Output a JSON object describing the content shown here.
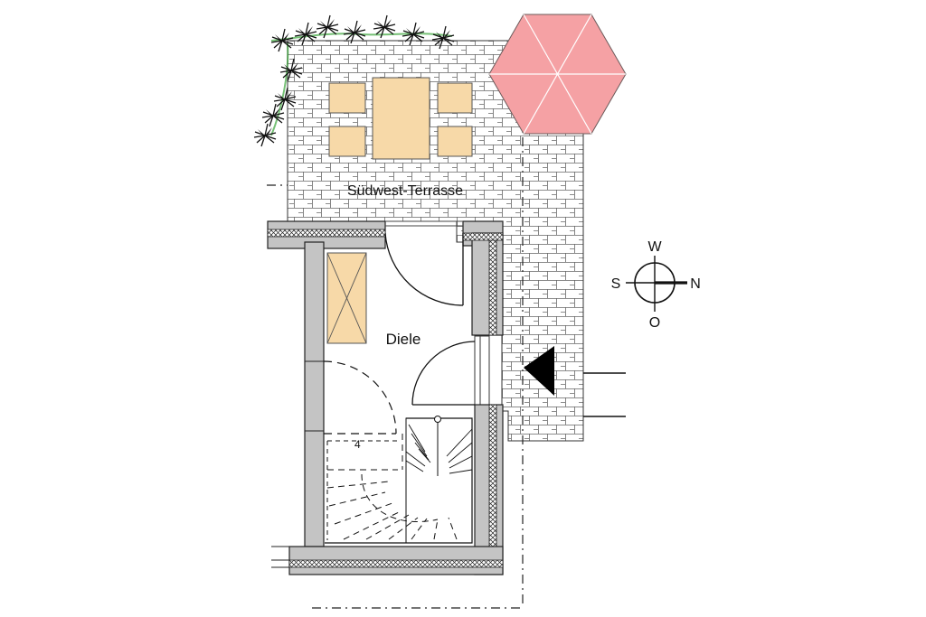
{
  "plan": {
    "terrace_label": "Südwest-Terrasse",
    "room_label": "Diele",
    "stair_step_number": "4"
  },
  "compass": {
    "top": "W",
    "left": "S",
    "right": "N",
    "bottom": "O"
  },
  "colors": {
    "wall": "#c4c4c4",
    "furniture": "#f7d9a8",
    "umbrella": "#f5a1a4",
    "paving_line": "#555555",
    "plants": "#3aa53a"
  }
}
